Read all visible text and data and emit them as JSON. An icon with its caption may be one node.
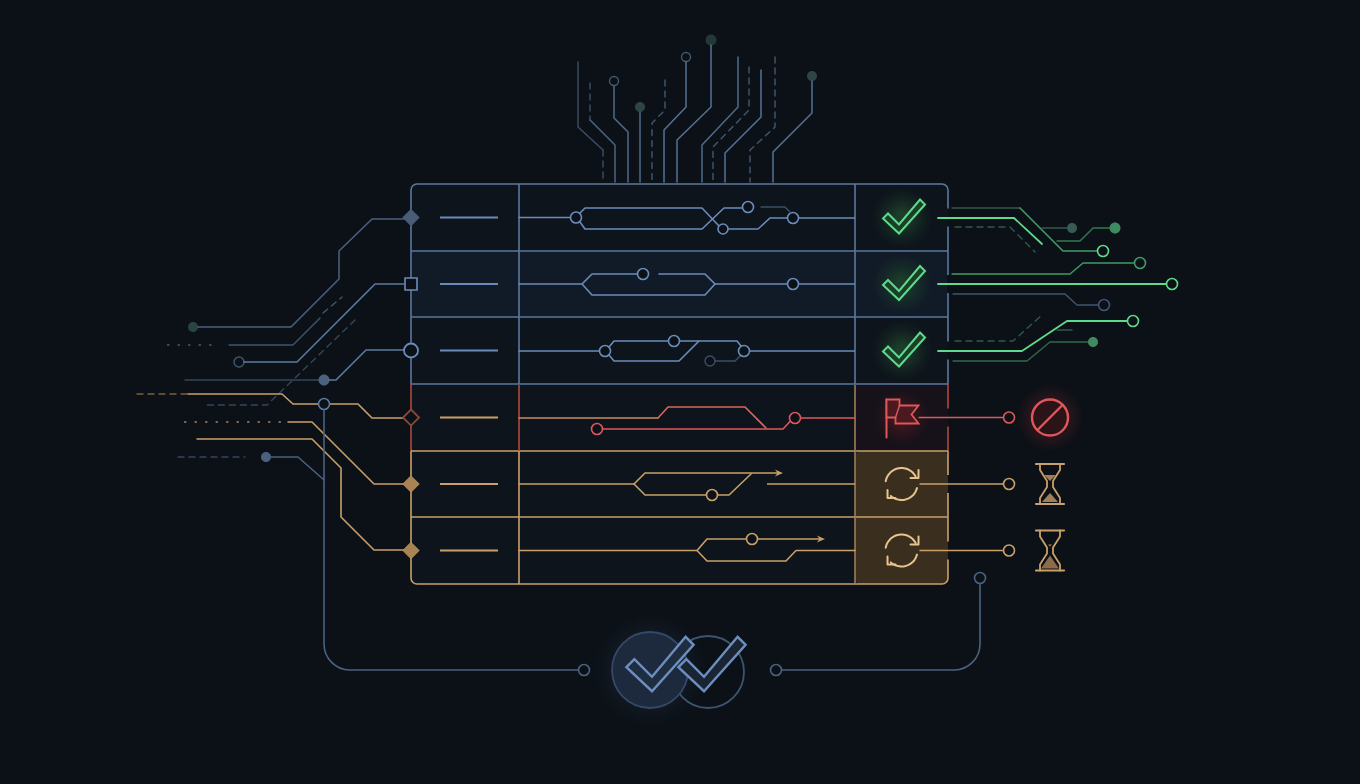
{
  "diagram": {
    "nodes": [
      {
        "text": [],
        "shape": "box"
      },
      {
        "text": [],
        "shape": "picture",
        "in": 0
      },
      {
        "text": [],
        "shape": "circle"
      },
      {
        "text": [],
        "shape": "picture",
        "in": 0
      },
      {
        "text": [],
        "shape": "circle"
      },
      {
        "text": [],
        "shape": "picture",
        "in": 0
      },
      {
        "text": [],
        "shape": "circle"
      }
    ],
    "edges": [
      {
        "from": 1,
        "to": 2,
        "arrow": "none",
        "color": "#e0575b"
      },
      {
        "from": 3,
        "to": 4,
        "arrow": "none"
      },
      {
        "from": 5,
        "to": 6,
        "arrow": "none"
      }
    ]
  }
}
